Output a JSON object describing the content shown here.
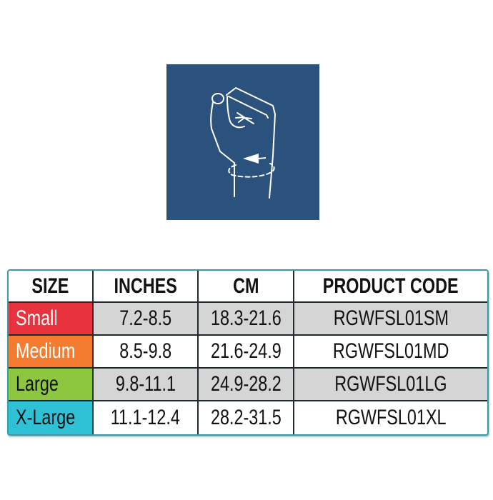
{
  "illustration": {
    "icon": "fist-wrist-measurement-icon",
    "background": "#2b527c"
  },
  "table": {
    "headers": [
      "SIZE",
      "INCHES",
      "CM",
      "PRODUCT CODE"
    ],
    "rows": [
      {
        "size": "Small",
        "inches": "7.2-8.5",
        "cm": "18.3-21.6",
        "code": "RGWFSL01SM",
        "color": "#e8333f",
        "text_color": "#ffffff"
      },
      {
        "size": "Medium",
        "inches": "8.5-9.8",
        "cm": "21.6-24.9",
        "code": "RGWFSL01MD",
        "color": "#f47c30",
        "text_color": "#ffffff"
      },
      {
        "size": "Large",
        "inches": "9.8-11.1",
        "cm": "24.9-28.2",
        "code": "RGWFSL01LG",
        "color": "#8dc63f",
        "text_color": "#111111"
      },
      {
        "size": "X-Large",
        "inches": "11.1-12.4",
        "cm": "28.2-31.5",
        "code": "RGWFSL01XL",
        "color": "#2fc1d6",
        "text_color": "#111111"
      }
    ]
  }
}
